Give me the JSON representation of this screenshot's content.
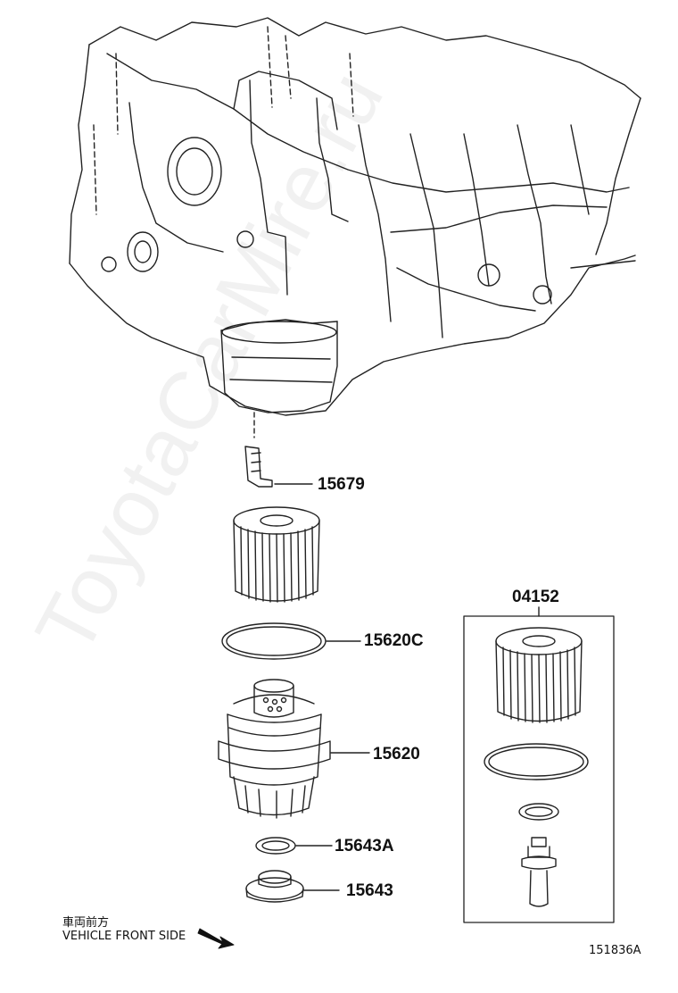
{
  "watermark": "ToyotaCarMire.ru",
  "parts": {
    "p15679": "15679",
    "p15620C": "15620C",
    "p15620": "15620",
    "p15643A": "15643A",
    "p15643": "15643",
    "p04152": "04152"
  },
  "direction": {
    "jp": "車両前方",
    "en": "VEHICLE FRONT SIDE"
  },
  "figure_id": "151836A"
}
